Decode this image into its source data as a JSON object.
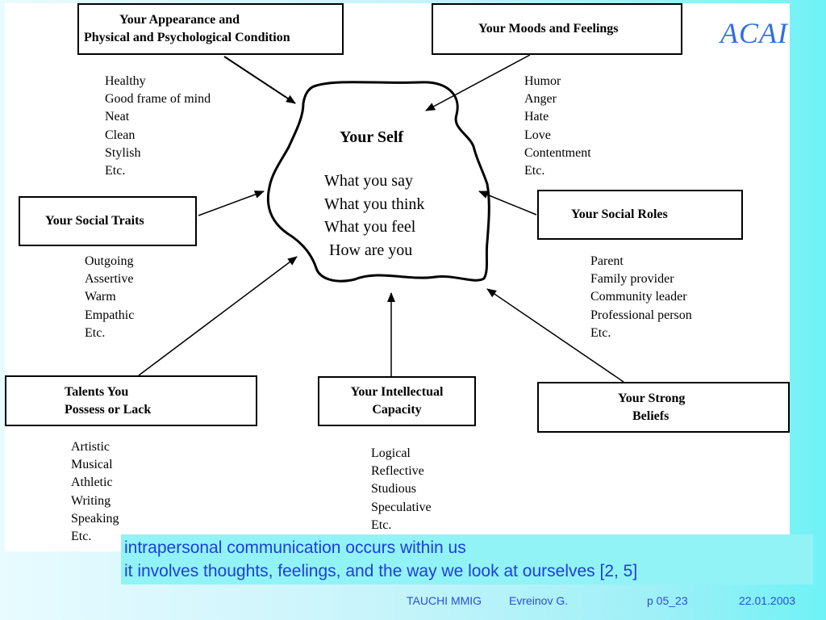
{
  "logo": "ACAI",
  "center": {
    "title": "Your Self",
    "lines": [
      "What you say",
      "What you think",
      "What you feel",
      "How are you"
    ]
  },
  "boxes": {
    "appearance": [
      "Your Appearance and",
      "Physical and Psychological Condition"
    ],
    "moods": [
      "Your Moods and Feelings"
    ],
    "social_traits": [
      "Your Social Traits"
    ],
    "social_roles": [
      "Your Social Roles"
    ],
    "talents": [
      "Talents You",
      "Possess or Lack"
    ],
    "intellectual": [
      "Your Intellectual",
      "Capacity"
    ],
    "beliefs": [
      "Your Strong",
      "Beliefs"
    ]
  },
  "lists": {
    "appearance": [
      "Healthy",
      "Good frame of mind",
      "Neat",
      "Clean",
      "Stylish",
      "Etc."
    ],
    "moods": [
      "Humor",
      "Anger",
      "Hate",
      "Love",
      "Contentment",
      "Etc."
    ],
    "social_traits": [
      "Outgoing",
      "Assertive",
      "Warm",
      "Empathic",
      "Etc."
    ],
    "social_roles": [
      "Parent",
      "Family provider",
      "Community leader",
      "Professional person",
      "Etc."
    ],
    "talents": [
      "Artistic",
      "Musical",
      "Athletic",
      "Writing",
      "Speaking",
      "Etc."
    ],
    "intellectual": [
      "Logical",
      "Reflective",
      "Studious",
      "Speculative",
      "Etc."
    ]
  },
  "caption": [
    "intrapersonal communication occurs within us",
    "it involves thoughts, feelings, and the way we look at ourselves  [2, 5]"
  ],
  "footer": {
    "source": "TAUCHI MMIG",
    "author": "Evreinov G.",
    "page": "p 05_23",
    "date": "22.01.2003"
  }
}
